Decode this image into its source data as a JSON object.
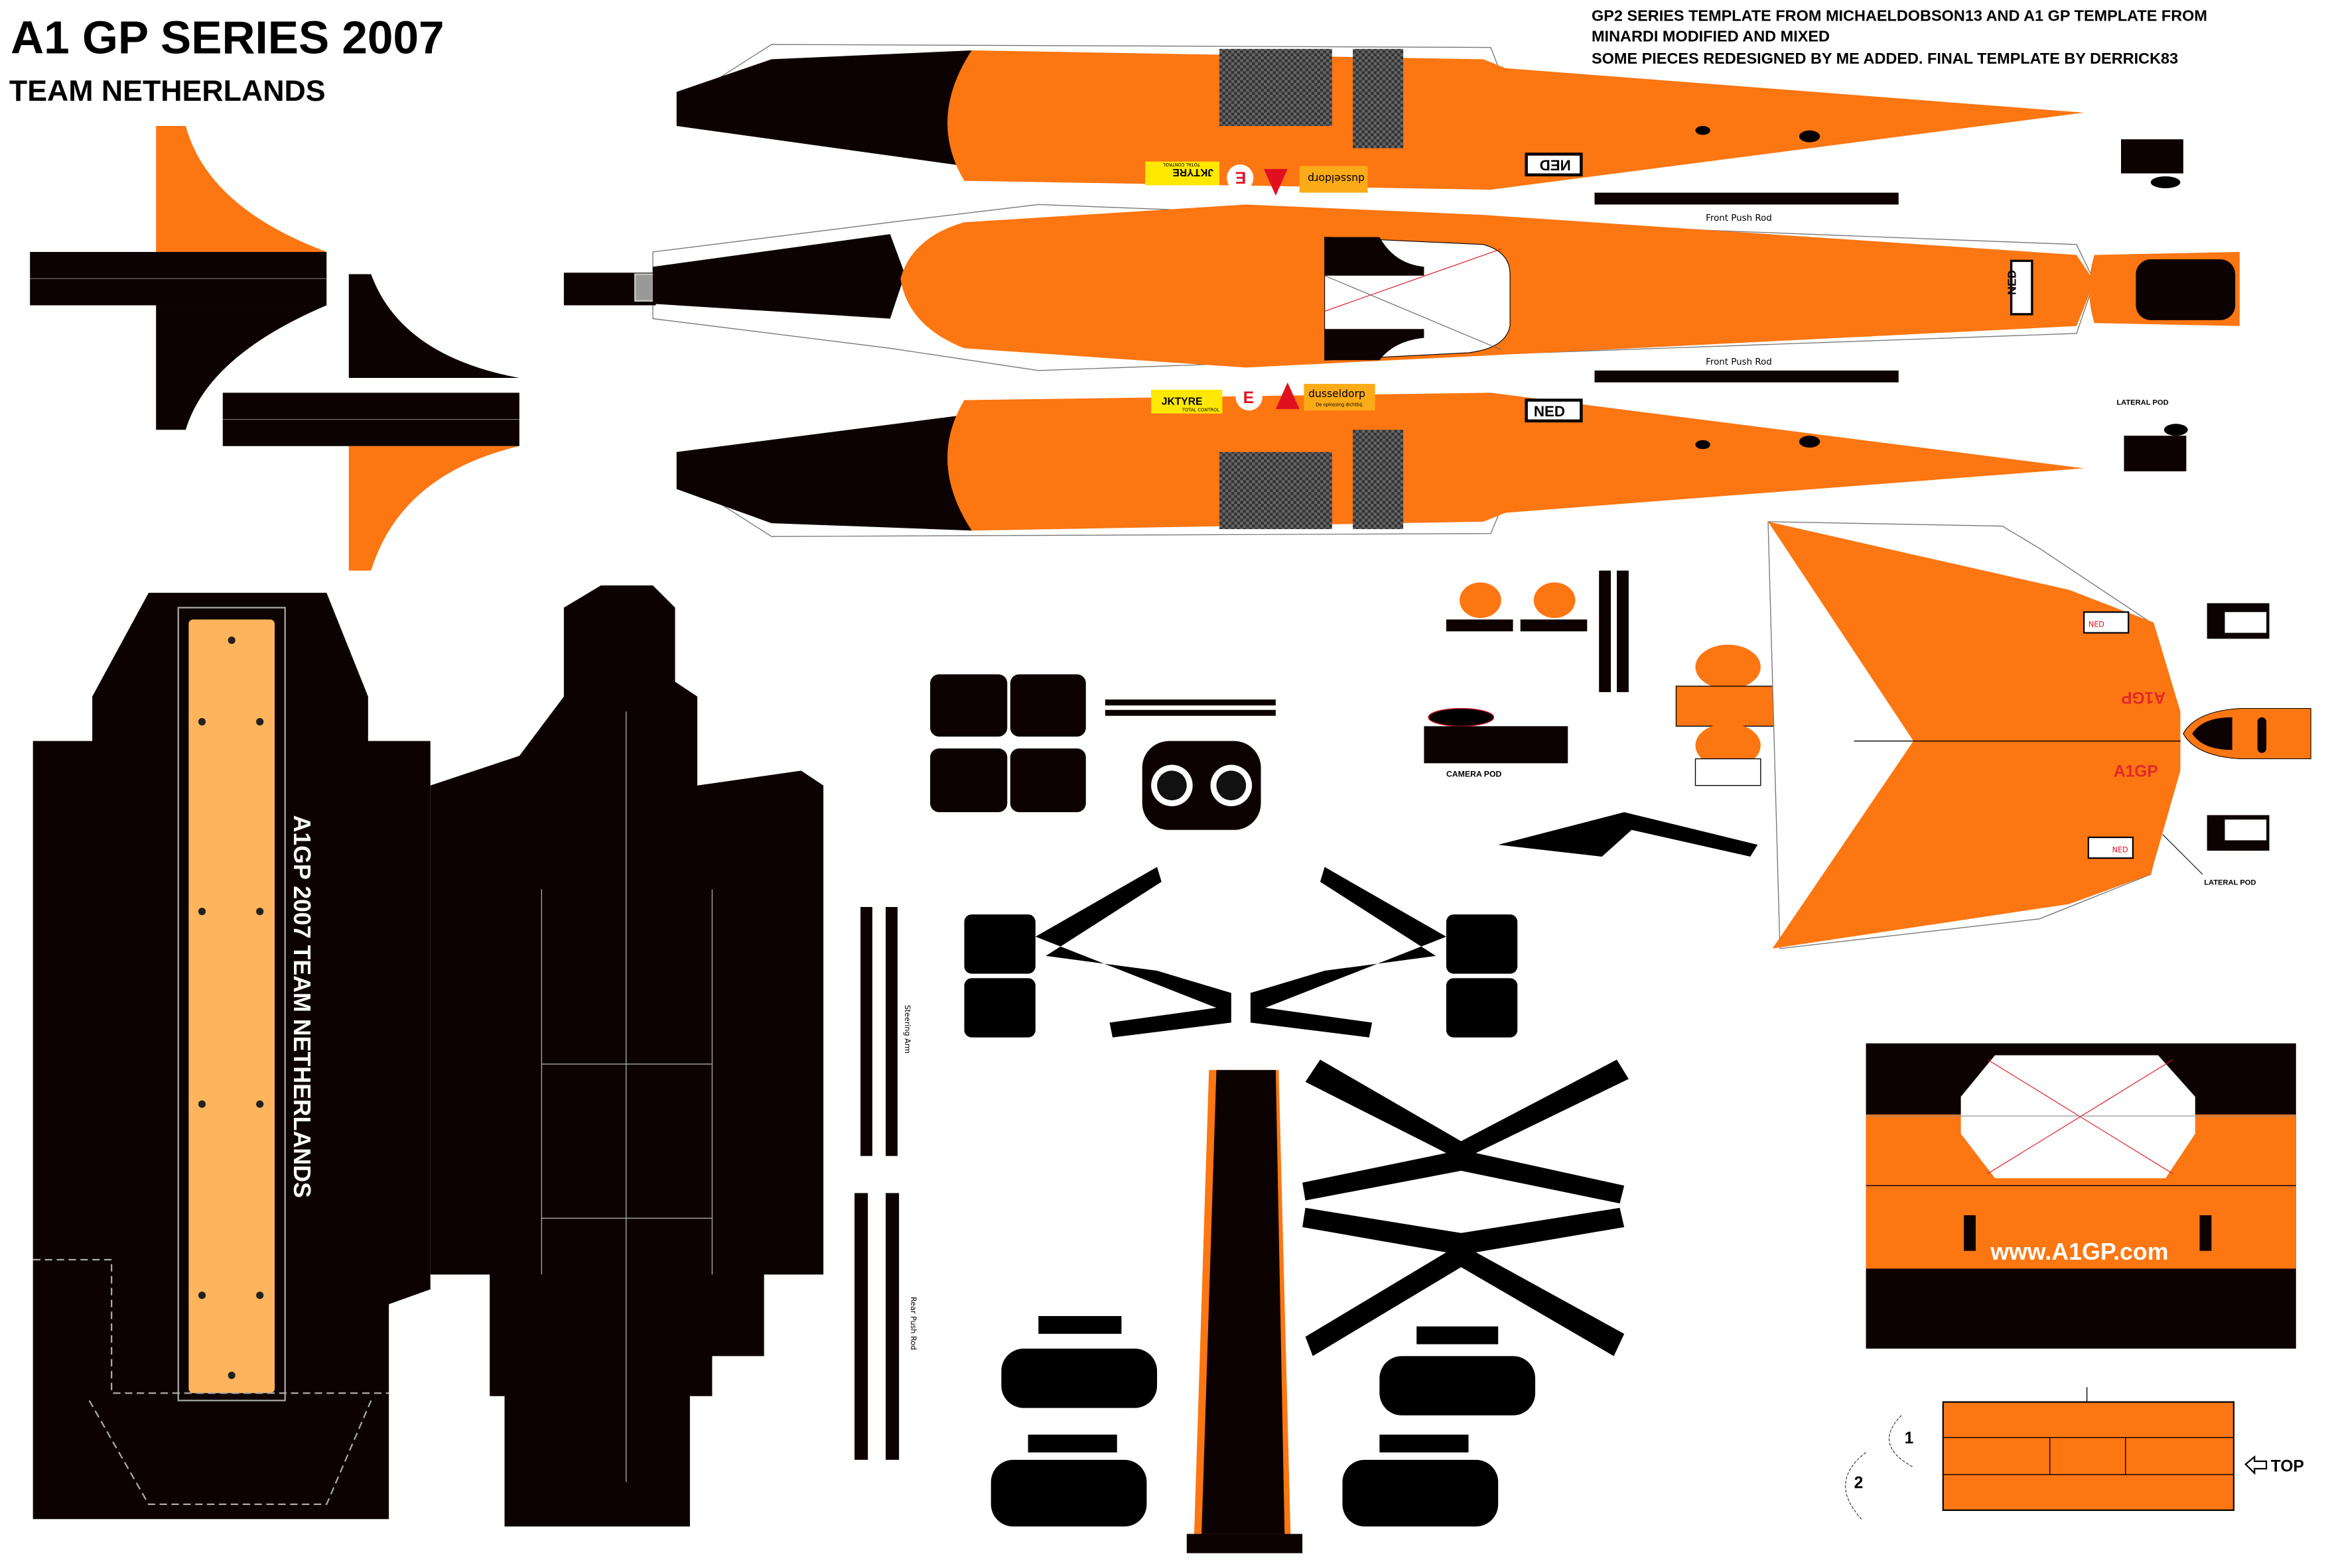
{
  "header": {
    "title": "A1 GP SERIES 2007",
    "subtitle": "TEAM NETHERLANDS",
    "credits": [
      "GP2 SERIES TEMPLATE FROM MICHAELDOBSON13 AND A1 GP TEMPLATE FROM",
      "MINARDI MODIFIED AND MIXED",
      "SOME PIECES REDESIGNED BY ME ADDED. FINAL TEMPLATE BY DERRICK83"
    ]
  },
  "colors": {
    "orange": "#fc7612",
    "black": "#0d0202",
    "floor_strip": "#fdb45c"
  },
  "sponsors": {
    "tyre": "JKTYRE",
    "tyre_tag": "TOTAL CONTROL",
    "e_logo": "E",
    "dusseldorp": "dusseldorp",
    "dusseldorp_tag": "De oplossing dichtbij.",
    "ned": "NED",
    "a1gp": "A1GP"
  },
  "labels": {
    "front_push_rod": "Front Push Rod",
    "lateral_pod": "LATERAL POD",
    "camera_pod": "CAMERA POD",
    "steering_arm": "Steering Arm",
    "rear_push_rod": "Rear Push Rod",
    "floor_text": "A1GP 2007 TEAM NETHERLANDS",
    "website": "www.A1GP.com",
    "top": "TOP",
    "step1": "1",
    "step2": "2"
  }
}
